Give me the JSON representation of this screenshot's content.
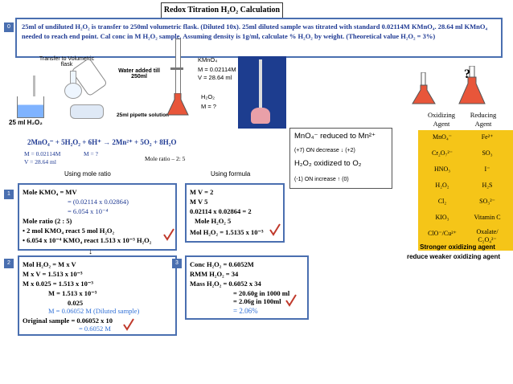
{
  "title": "Redox Titration H₂O₂ Calculation",
  "question": {
    "badge": "0",
    "text": "25ml of undiluted H₂O₂ is transfer to 250ml volumetric flask. (Diluted 10x). 25ml diluted sample was titrated with standard 0.02114M KMnO₄. 28.64 ml KMnO₄ needed to reach end point. Cal conc in M H₂O₂ sample. Assuming density is 1g/ml, calculate % H₂O₂ by weight. (Theoretical value H₂O₂ = 3%)"
  },
  "apparatus": {
    "transfer_label": "Transfer to Volumetric flask",
    "water_label": "Water added till 250ml",
    "beaker_label": "25 ml H₂O₂",
    "pipette_label": "25ml pipette solution",
    "burette_label": "KMnO₄",
    "burette_m": "M = 0.02114M",
    "burette_v": "V = 28.64 ml",
    "flask_label": "H₂O₂",
    "flask_m": "M = ?"
  },
  "equation": {
    "main": "2MnO₄⁻ + 5H₂O₂ + 6H⁺ → 2Mn²⁺ + 5O₂ + 8H₂O",
    "m": "M = 0.02114M",
    "q": "M = ?",
    "v": "V = 28.64 ml",
    "ratio": "Mole ratio – 2: 5"
  },
  "redox_box": {
    "line1": "MnO₄⁻ reduced to Mn²⁺",
    "line1_ox": "(+7)   ON decrease ↓       (+2)",
    "line2": "H₂O₂ oxidized to  O₂",
    "line2_ox": "(-1)    ON increase ↑       (0)"
  },
  "methods": {
    "mole_ratio": "Using mole ratio",
    "formula": "Using formula"
  },
  "step1": {
    "badge": "1",
    "lines": [
      "Mole KMO₄ = MV",
      "= (0.02114 x 0.02864)",
      "= 6.054 x 10⁻⁴",
      "Mole ratio (2 : 5)",
      "•        2 mol KMO₄ react 5 mol H₂O₂",
      "• 6.054 x 10⁻⁴ KMO₄ react 1.513 x 10⁻³ H₂O₂"
    ]
  },
  "formula_box": {
    "lines": [
      "M V  =   2",
      "M V       5",
      "0.02114 x 0.02864  =  2",
      "Mole H₂O₂      5",
      "Mol H₂O₂ = 1.5135 x 10⁻³"
    ]
  },
  "step2": {
    "badge": "2",
    "lines": [
      "Mol H₂O₂ = M x V",
      "M x V     = 1.513 x 10⁻³",
      "M x 0.025  = 1.513 x 10⁻³",
      "M = 1.513 x 10⁻³",
      "0.025",
      "M = 0.06052 M (Diluted sample)",
      "Original sample = 0.06052 x 10",
      "= 0.6052 M"
    ]
  },
  "step3": {
    "badge": "3",
    "lines": [
      "Conc  H₂O₂ = 0.6052M",
      "RMM H₂O₂ = 34",
      "Mass  H₂O₂ = 0.6052 x 34",
      "= 20.60g in 1000 ml",
      "= 2.06g in 100ml",
      "= 2.06%"
    ]
  },
  "table": {
    "head_ox": "Oxidizing Agent",
    "head_red": "Reducing Agent",
    "rows": [
      {
        "ox": "MnO₄⁻",
        "red": "Fe²⁺"
      },
      {
        "ox": "Cr₂O₇²⁻",
        "red": "SO₃"
      },
      {
        "ox": "HNO₃",
        "red": "I⁻"
      },
      {
        "ox": "H₂O₂",
        "red": "H₂S"
      },
      {
        "ox": "Cl₂",
        "red": "SO₃²⁻"
      },
      {
        "ox": "KIO₃",
        "red": "Vitamin C"
      },
      {
        "ox": "ClO⁻/Cu²⁺",
        "red": "Oxalate/ C₂O₄²⁻"
      }
    ],
    "footer1": "Stronger oxidizing agent",
    "footer2": "reduce weaker oxidizing agent",
    "question_mark": "?"
  },
  "colors": {
    "accent": "#4a6fb0",
    "table_bg": "#f5c518",
    "red_text": "#c0392b",
    "blue_text": "#1f3a93"
  }
}
